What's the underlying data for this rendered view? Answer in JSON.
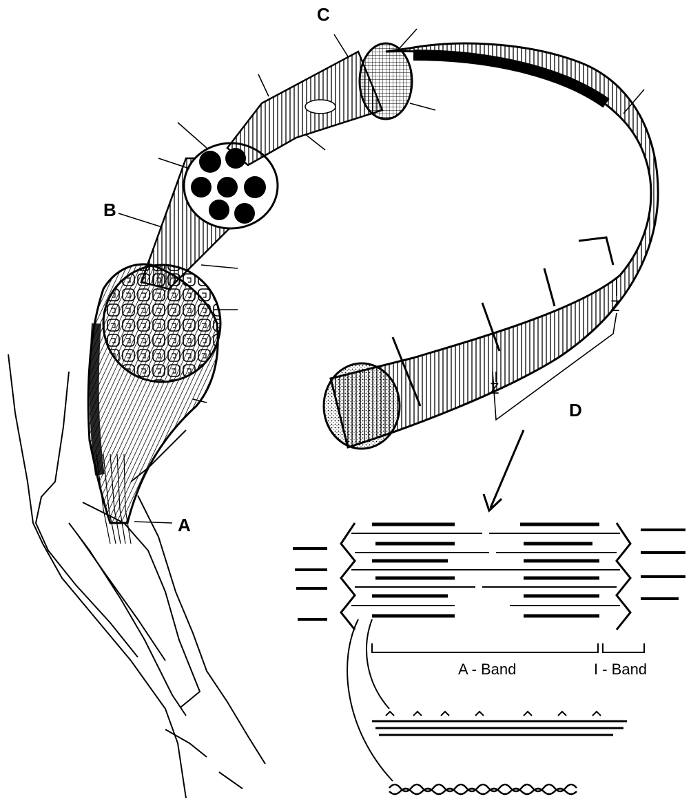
{
  "diagram": {
    "labels": {
      "a": "A",
      "b": "B",
      "c": "C",
      "d": "D",
      "z_upper": "Z",
      "z_lower": "Z",
      "a_band": "A - Band",
      "i_band": "I - Band"
    },
    "colors": {
      "ink": "#000000",
      "paper": "#ffffff"
    }
  }
}
